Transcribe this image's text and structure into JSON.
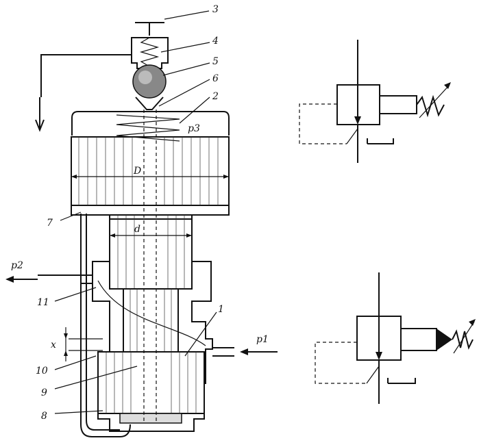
{
  "labels": {
    "n3": "3",
    "n4": "4",
    "n5": "5",
    "n6": "6",
    "n2": "2",
    "p3": "p3",
    "D": "D",
    "n7": "7",
    "d": "d",
    "p2": "p2",
    "n11": "11",
    "n1": "1",
    "p1": "p1",
    "x": "x",
    "n10": "10",
    "n9": "9",
    "n8": "8"
  }
}
